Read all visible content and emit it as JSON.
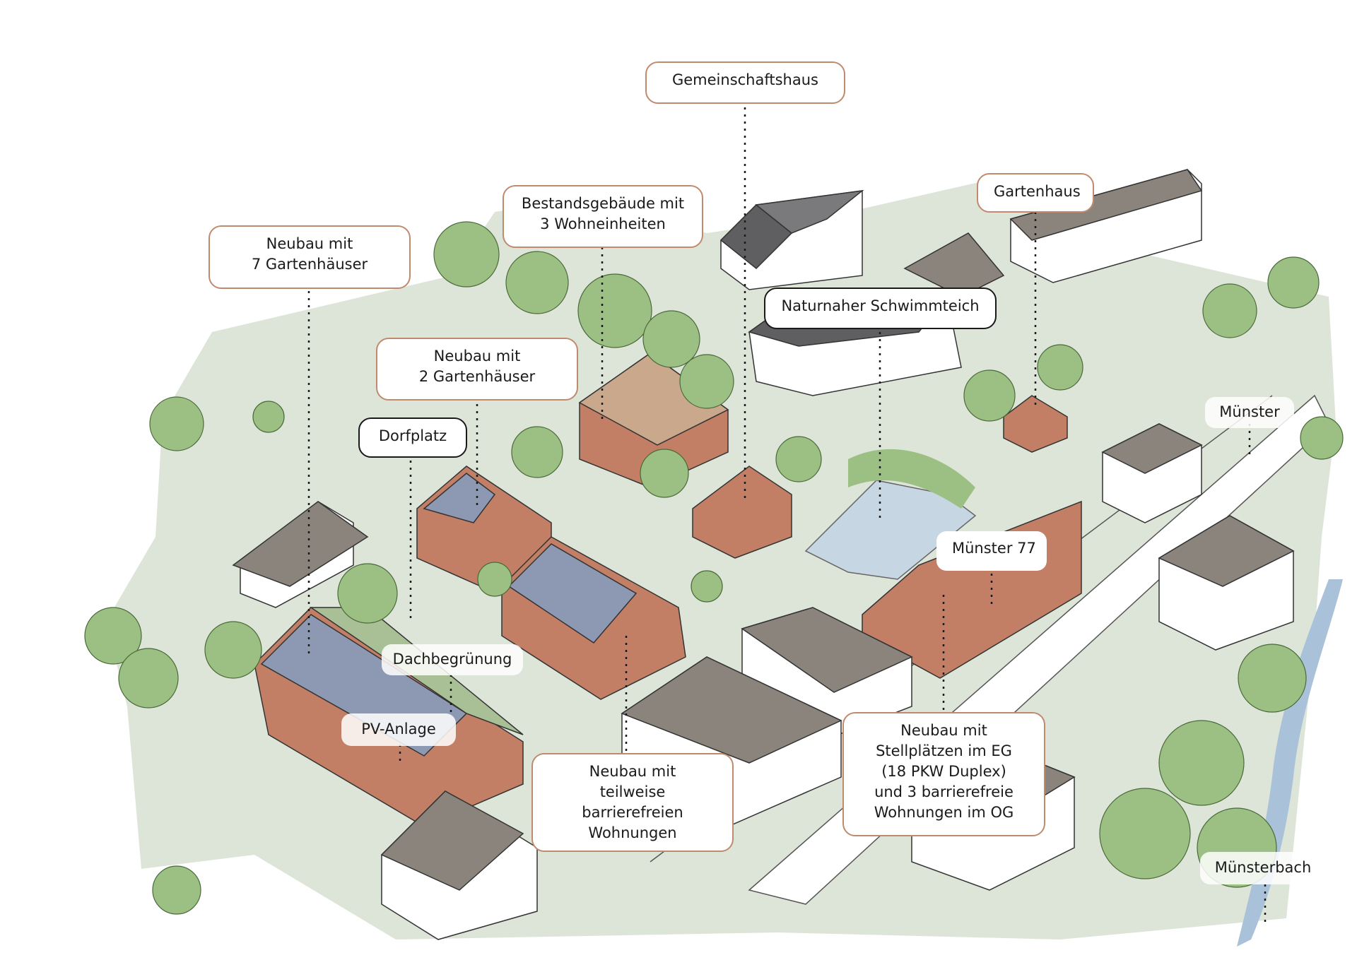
{
  "labels": {
    "gemeinschaftshaus": "Gemeinschaftshaus",
    "gartenhaus": "Gartenhaus",
    "bestand": [
      "Bestandsgebäude mit",
      "3 Wohneinheiten"
    ],
    "neubau7": [
      "Neubau mit",
      "7 Gartenhäuser"
    ],
    "schwimmteich": "Naturnaher Schwimmteich",
    "neubau2": [
      "Neubau mit",
      "2 Gartenhäuser"
    ],
    "dorfplatz": "Dorfplatz",
    "muenster": "Münster",
    "muenster77": "Münster 77",
    "dachbegruenung": "Dachbegrünung",
    "pv_anlage": "PV-Anlage",
    "neubau_barrierefrei": [
      "Neubau mit",
      "teilweise",
      "barrierefreien",
      "Wohnungen"
    ],
    "neubau_stellplaetze": [
      "Neubau mit",
      "Stellplätzen im EG",
      "(18 PKW Duplex)",
      "und 3 barrierefreie",
      "Wohnungen im OG"
    ],
    "muensterbach": "Münsterbach"
  },
  "colors": {
    "ground": "#dde5d8",
    "tree": "#9cc083",
    "tree_dark": "#7fa86a",
    "new_building": "#c27f66",
    "existing_roof": "#8b847c",
    "dark_roof": "#5f5f62",
    "solar": "#8d99b3",
    "green_roof": "#a9bf95",
    "water": "#c6d6e3",
    "stream": "#a9c1d9",
    "label_border_brown": "#c08a6e",
    "label_border_black": "#1a1a1a"
  },
  "icons": [
    "tree-icon",
    "building-icon",
    "pond-icon",
    "stream-icon"
  ]
}
